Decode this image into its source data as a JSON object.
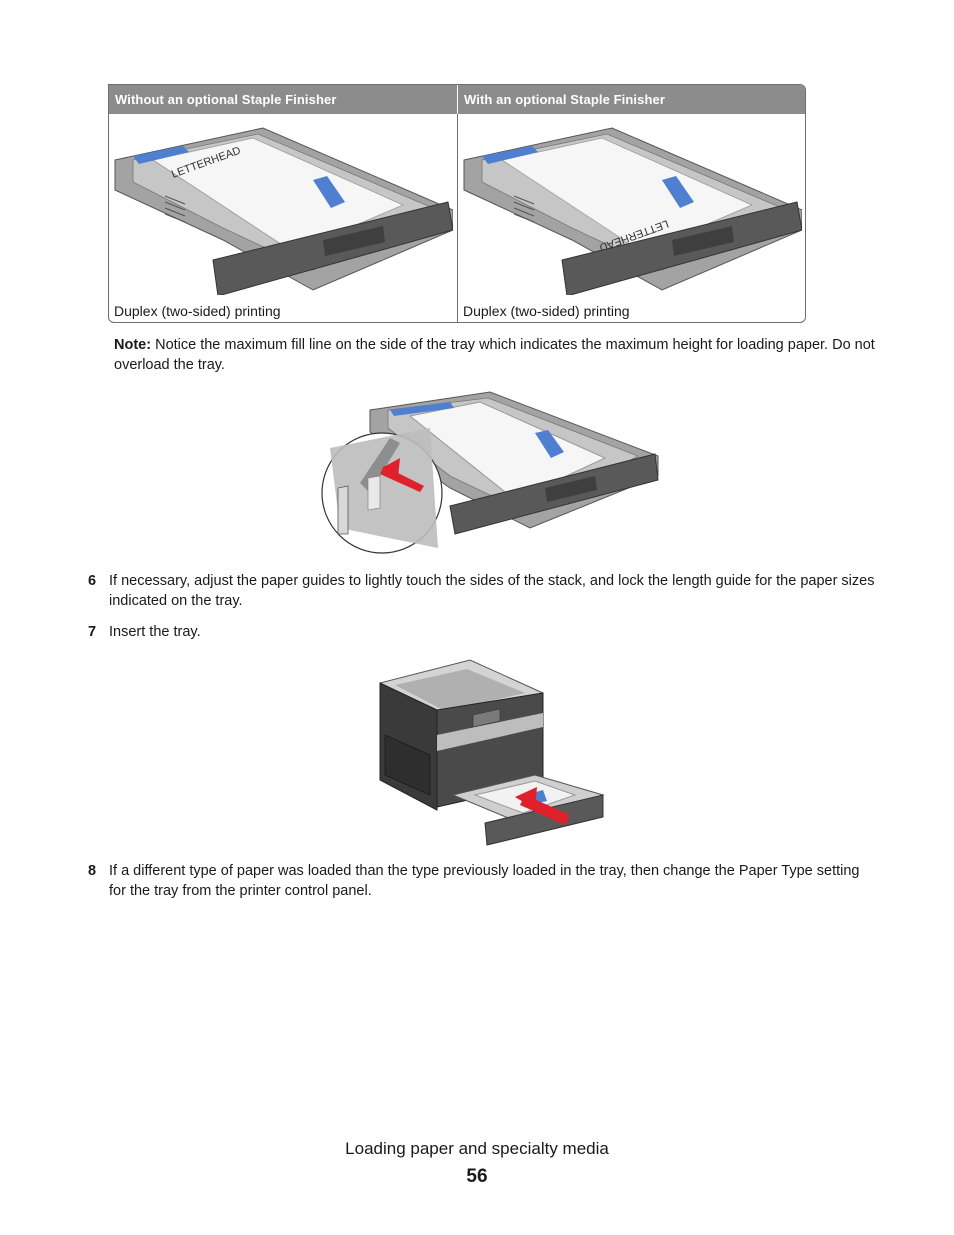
{
  "table": {
    "header_left": "Without an optional Staple Finisher",
    "header_right": "With an optional Staple Finisher",
    "caption_left": "Duplex (two-sided) printing",
    "caption_right": "Duplex (two-sided) printing",
    "paper_label": "LETTERHEAD"
  },
  "note": {
    "label": "Note:",
    "text": " Notice the maximum fill line on the side of the tray which indicates the maximum height for loading paper. Do not overload the tray."
  },
  "steps": [
    {
      "number": "6",
      "text": "If necessary, adjust the paper guides to lightly touch the sides of the stack, and lock the length guide for the paper sizes indicated on the tray."
    },
    {
      "number": "7",
      "text": "Insert the tray."
    },
    {
      "number": "8",
      "text": "If a different type of paper was loaded than the type previously loaded in the tray, then change the Paper Type setting for the tray from the printer control panel."
    }
  ],
  "footer": {
    "section_title": "Loading paper and specialty media",
    "page_number": "56"
  },
  "colors": {
    "header_gray": "#8c8c8c",
    "tray_gray": "#9a9a9a",
    "front_dark": "#595959",
    "guide_blue": "#4f7fd0",
    "arrow_red": "#e0202a"
  }
}
